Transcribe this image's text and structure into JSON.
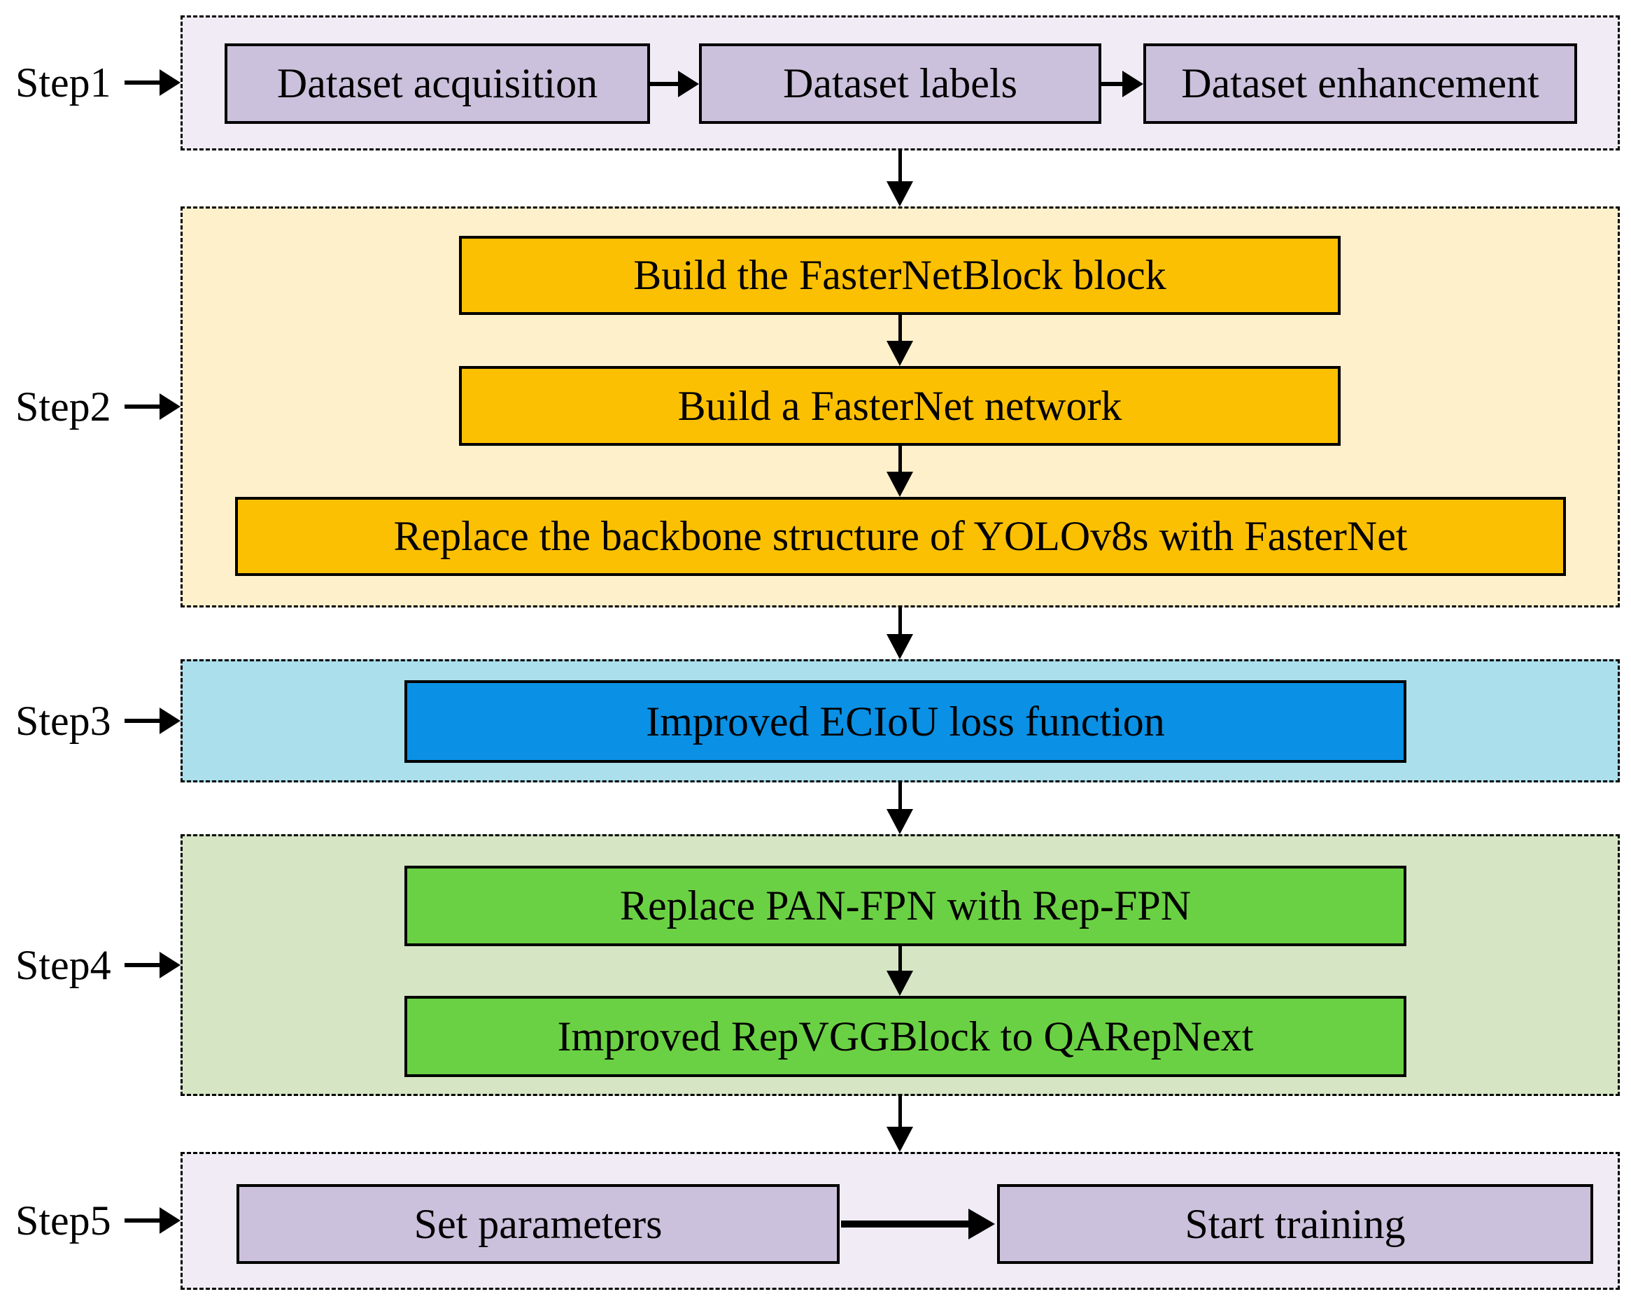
{
  "steps": [
    {
      "id": "step1",
      "label": "Step1",
      "container_color": "#F0EBF4",
      "box_color": "#CCC1DC",
      "boxes": [
        "Dataset acquisition",
        "Dataset labels",
        "Dataset enhancement"
      ]
    },
    {
      "id": "step2",
      "label": "Step2",
      "container_color": "#FDF0CB",
      "box_color": "#FCC003",
      "boxes": [
        "Build the FasterNetBlock block",
        "Build a FasterNet network",
        "Replace the backbone structure of YOLOv8s with FasterNet"
      ]
    },
    {
      "id": "step3",
      "label": "Step3",
      "container_color": "#AADFEB",
      "box_color": "#0A90E4",
      "boxes": [
        "Improved ECIoU loss function"
      ]
    },
    {
      "id": "step4",
      "label": "Step4",
      "container_color": "#D6E5C3",
      "box_color": "#6BD144",
      "boxes": [
        "Replace PAN-FPN with Rep-FPN",
        "Improved RepVGGBlock to QARepNext"
      ]
    },
    {
      "id": "step5",
      "label": "Step5",
      "container_color": "#F0EBF4",
      "box_color": "#CCC1DC",
      "boxes": [
        "Set parameters",
        "Start training"
      ]
    }
  ],
  "colors": {
    "border": "#000000",
    "text": "#000000",
    "background": "#FFFFFF"
  }
}
